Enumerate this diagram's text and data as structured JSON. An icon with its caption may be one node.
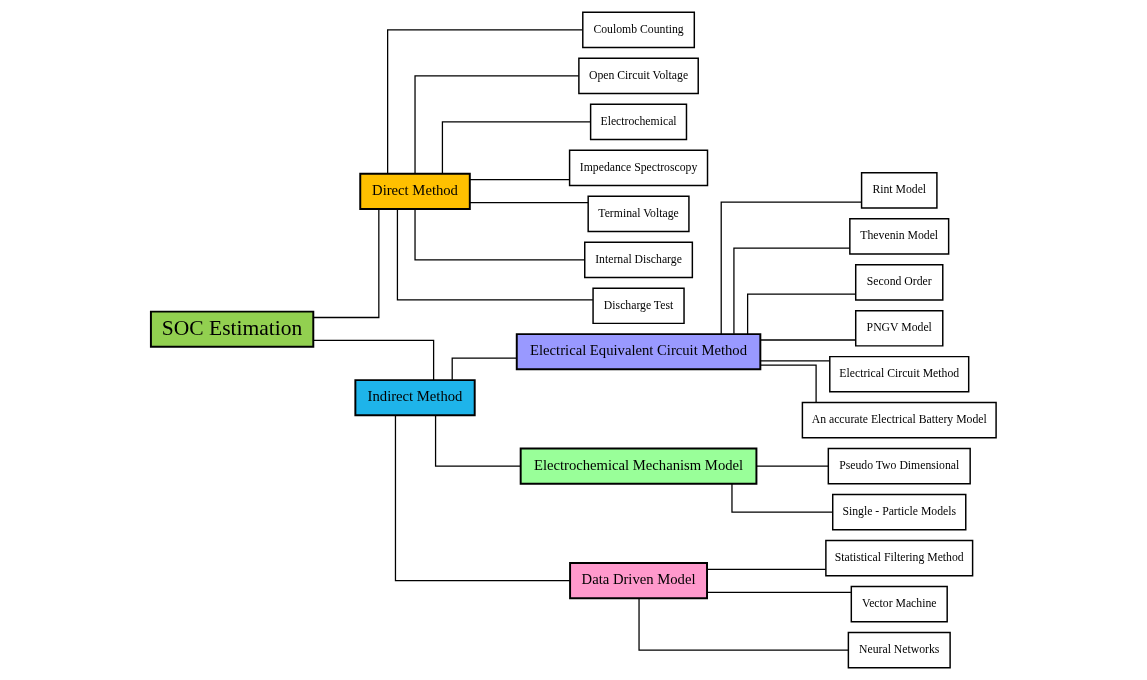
{
  "diagram": {
    "nodes": [
      {
        "text": [
          "SOC Estimation"
        ]
      },
      {
        "text": [
          "Direct Method"
        ]
      },
      {
        "text": [
          "Indirect Method"
        ]
      },
      {
        "text": [
          "Coulomb Counting"
        ]
      },
      {
        "text": [
          "Open Circuit Voltage"
        ]
      },
      {
        "text": [
          "Electrochemical"
        ]
      },
      {
        "text": [
          "Impedance Spectroscopy"
        ]
      },
      {
        "text": [
          "Terminal Voltage"
        ]
      },
      {
        "text": [
          "Internal Discharge"
        ]
      },
      {
        "text": [
          "Discharge Test"
        ]
      },
      {
        "text": [
          "Electrical Equivalent Circuit Method"
        ]
      },
      {
        "text": [
          "Electrochemical Mechanism Model"
        ]
      },
      {
        "text": [
          "Data Driven Model"
        ]
      },
      {
        "text": [
          "Rint Model"
        ]
      },
      {
        "text": [
          "Thevenin Model"
        ]
      },
      {
        "text": [
          "Second Order"
        ]
      },
      {
        "text": [
          "PNGV Model"
        ]
      },
      {
        "text": [
          "Electrical Circuit Method"
        ]
      },
      {
        "text": [
          "An accurate Electrical Battery Model"
        ]
      },
      {
        "text": [
          "Pseudo Two Dimensional"
        ]
      },
      {
        "text": [
          "Single - Particle Models"
        ]
      },
      {
        "text": [
          "Statistical Filtering Method"
        ]
      },
      {
        "text": [
          "Vector Machine"
        ]
      },
      {
        "text": [
          "Neural Networks"
        ]
      }
    ],
    "edges": [
      {
        "from": 0,
        "to": 1,
        "arrow": "none"
      },
      {
        "from": 0,
        "to": 2,
        "arrow": "none"
      },
      {
        "from": 1,
        "to": 3,
        "arrow": "none"
      },
      {
        "from": 1,
        "to": 4,
        "arrow": "none"
      },
      {
        "from": 1,
        "to": 5,
        "arrow": "none"
      },
      {
        "from": 1,
        "to": 6,
        "arrow": "none"
      },
      {
        "from": 1,
        "to": 7,
        "arrow": "none"
      },
      {
        "from": 1,
        "to": 8,
        "arrow": "none"
      },
      {
        "from": 1,
        "to": 9,
        "arrow": "none"
      },
      {
        "from": 2,
        "to": 10,
        "arrow": "none"
      },
      {
        "from": 2,
        "to": 11,
        "arrow": "none"
      },
      {
        "from": 2,
        "to": 12,
        "arrow": "none"
      },
      {
        "from": 10,
        "to": 13,
        "arrow": "none"
      },
      {
        "from": 10,
        "to": 14,
        "arrow": "none"
      },
      {
        "from": 10,
        "to": 15,
        "arrow": "none"
      },
      {
        "from": 10,
        "to": 16,
        "arrow": "none"
      },
      {
        "from": 10,
        "to": 17,
        "arrow": "none"
      },
      {
        "from": 10,
        "to": 18,
        "arrow": "none"
      },
      {
        "from": 11,
        "to": 19,
        "arrow": "none"
      },
      {
        "from": 11,
        "to": 20,
        "arrow": "none"
      },
      {
        "from": 12,
        "to": 21,
        "arrow": "none"
      },
      {
        "from": 12,
        "to": 22,
        "arrow": "none"
      },
      {
        "from": 12,
        "to": 23,
        "arrow": "none"
      }
    ]
  }
}
